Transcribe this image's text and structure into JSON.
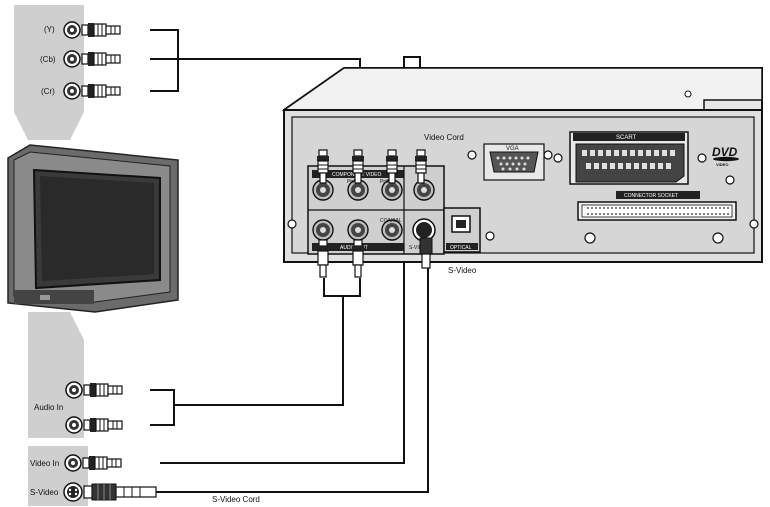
{
  "tv_inputs": {
    "component": {
      "y": "(Y)",
      "cb": "(Cb)",
      "cr": "(Cr)"
    },
    "audio_in": "Audio In",
    "video_in": "Video In",
    "s_video": "S-Video"
  },
  "dvd_panel": {
    "video_cord": "Video Cord",
    "vga": "VGA",
    "scart": "SCART",
    "connector_socket": "CONNECTOR SOCKET",
    "s_video": "S-Video",
    "optical": "OPTICAL",
    "component_video": "COMPONENT VIDEO",
    "audio_out": "AUDIO OUT",
    "coaxial": "COAXIAL",
    "pb_cb": "Pb/Cb",
    "pr_cr": "Pr/Cr",
    "s_video_jack": "S-VIDEO"
  },
  "logo": {
    "dvd": "DVD",
    "video": "VIDEO"
  },
  "cables": {
    "s_video_cord": "S-Video Cord"
  },
  "colors": {
    "background": "#ffffff",
    "panel_gray": "#cfcfcf",
    "chassis": "#e6e6e6",
    "rear_panel": "#d9d9d9",
    "cable": "#111111",
    "tv_body": "#5a5a5a",
    "tv_screen": "#3a3a3a"
  },
  "icons": [
    "rca-plug-icon",
    "s-video-plug-icon",
    "rca-jack-icon",
    "s-video-jack-icon",
    "dvd-logo-icon"
  ]
}
